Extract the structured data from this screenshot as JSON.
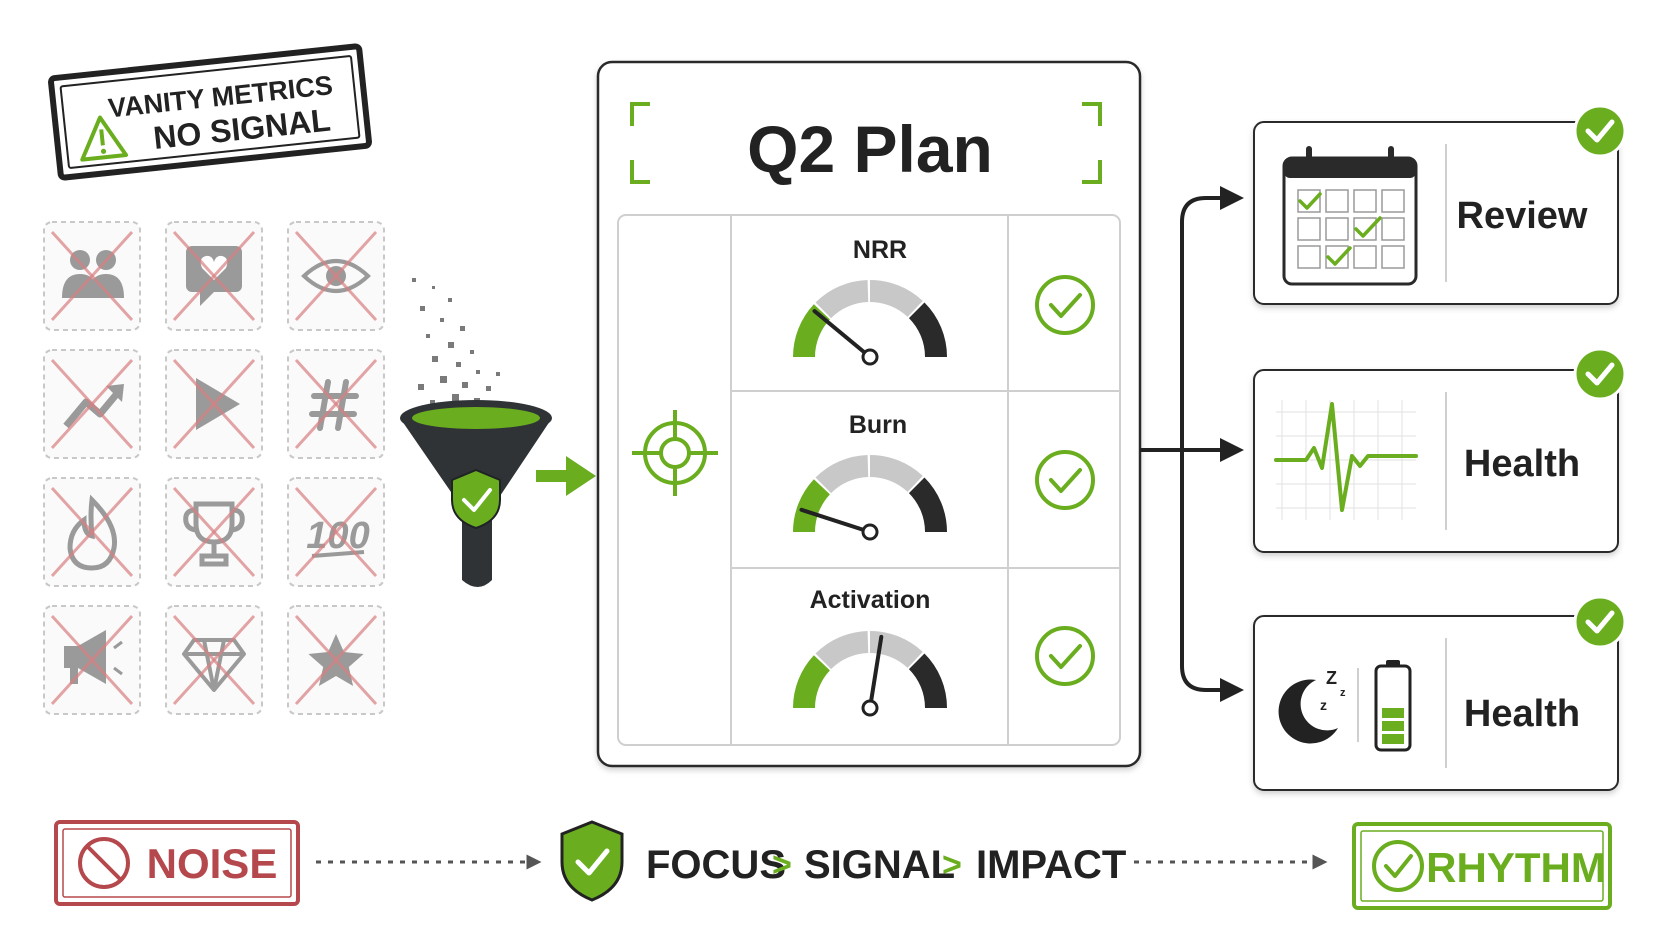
{
  "stamp": {
    "line1": "VANITY METRICS",
    "line2": "NO SIGNAL"
  },
  "vanity_icons": [
    "users-icon",
    "heart-chat-icon",
    "eye-icon",
    "trend-up-icon",
    "play-icon",
    "hashtag-icon",
    "fire-icon",
    "trophy-icon",
    "hundred-icon",
    "megaphone-icon",
    "diamond-icon",
    "star-icon"
  ],
  "hundred_text": "100",
  "plan": {
    "title": "Q2 Plan",
    "metrics": [
      {
        "label": "NRR",
        "value": 0.22
      },
      {
        "label": "Burn",
        "value": 0.1
      },
      {
        "label": "Activation",
        "value": 0.55
      }
    ]
  },
  "outputs": [
    {
      "label": "Review",
      "icon": "calendar-icon"
    },
    {
      "label": "Health",
      "icon": "heartbeat-icon"
    },
    {
      "label": "Health",
      "icon": "sleep-battery-icon"
    }
  ],
  "footer": {
    "noise": "NOISE",
    "focus": "FOCUS",
    "signal": "SIGNAL",
    "impact": "IMPACT",
    "sep": ">",
    "rhythm": "RHYTHM"
  },
  "colors": {
    "green": "#6AAE1F",
    "dark": "#2A2A2A",
    "gray": "#C8C8C8",
    "red": "#B5484C"
  }
}
